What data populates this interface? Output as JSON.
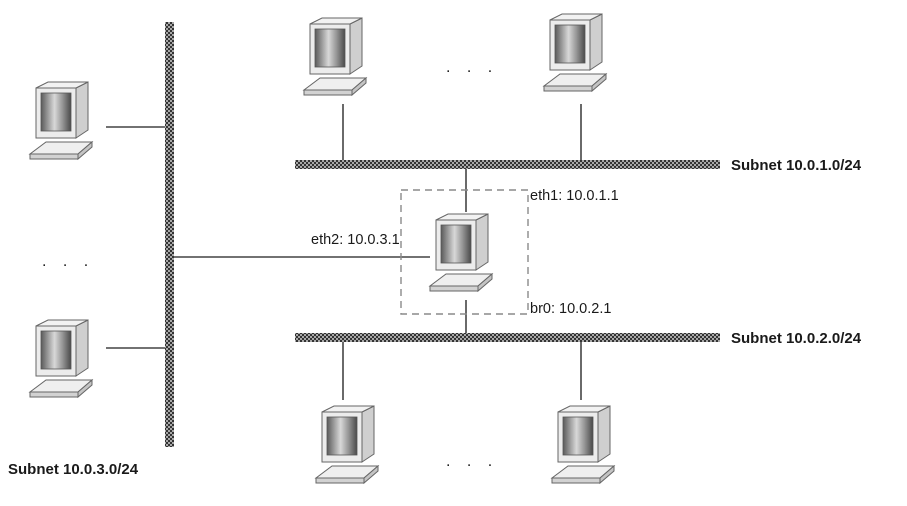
{
  "colors": {
    "bus_fill": "#9a9a9a",
    "bus_pattern": "#3a3a3a",
    "wire": "#444444",
    "computer_body": "#e6e6e6",
    "screen": "#7a7a7a",
    "router_box_dash": "#8a8a8a"
  },
  "subnets": {
    "top": "Subnet 10.0.1.0/24",
    "middle": "Subnet 10.0.2.0/24",
    "left": "Subnet 10.0.3.0/24"
  },
  "interfaces": {
    "eth1": "eth1: 10.0.1.1",
    "eth2": "eth2: 10.0.3.1",
    "br0": "br0: 10.0.2.1"
  },
  "ellipses": {
    "top": ". . .",
    "left": ". . .",
    "bottom": ". . ."
  },
  "icons": [
    "computer-icon",
    "router-computer-icon"
  ]
}
